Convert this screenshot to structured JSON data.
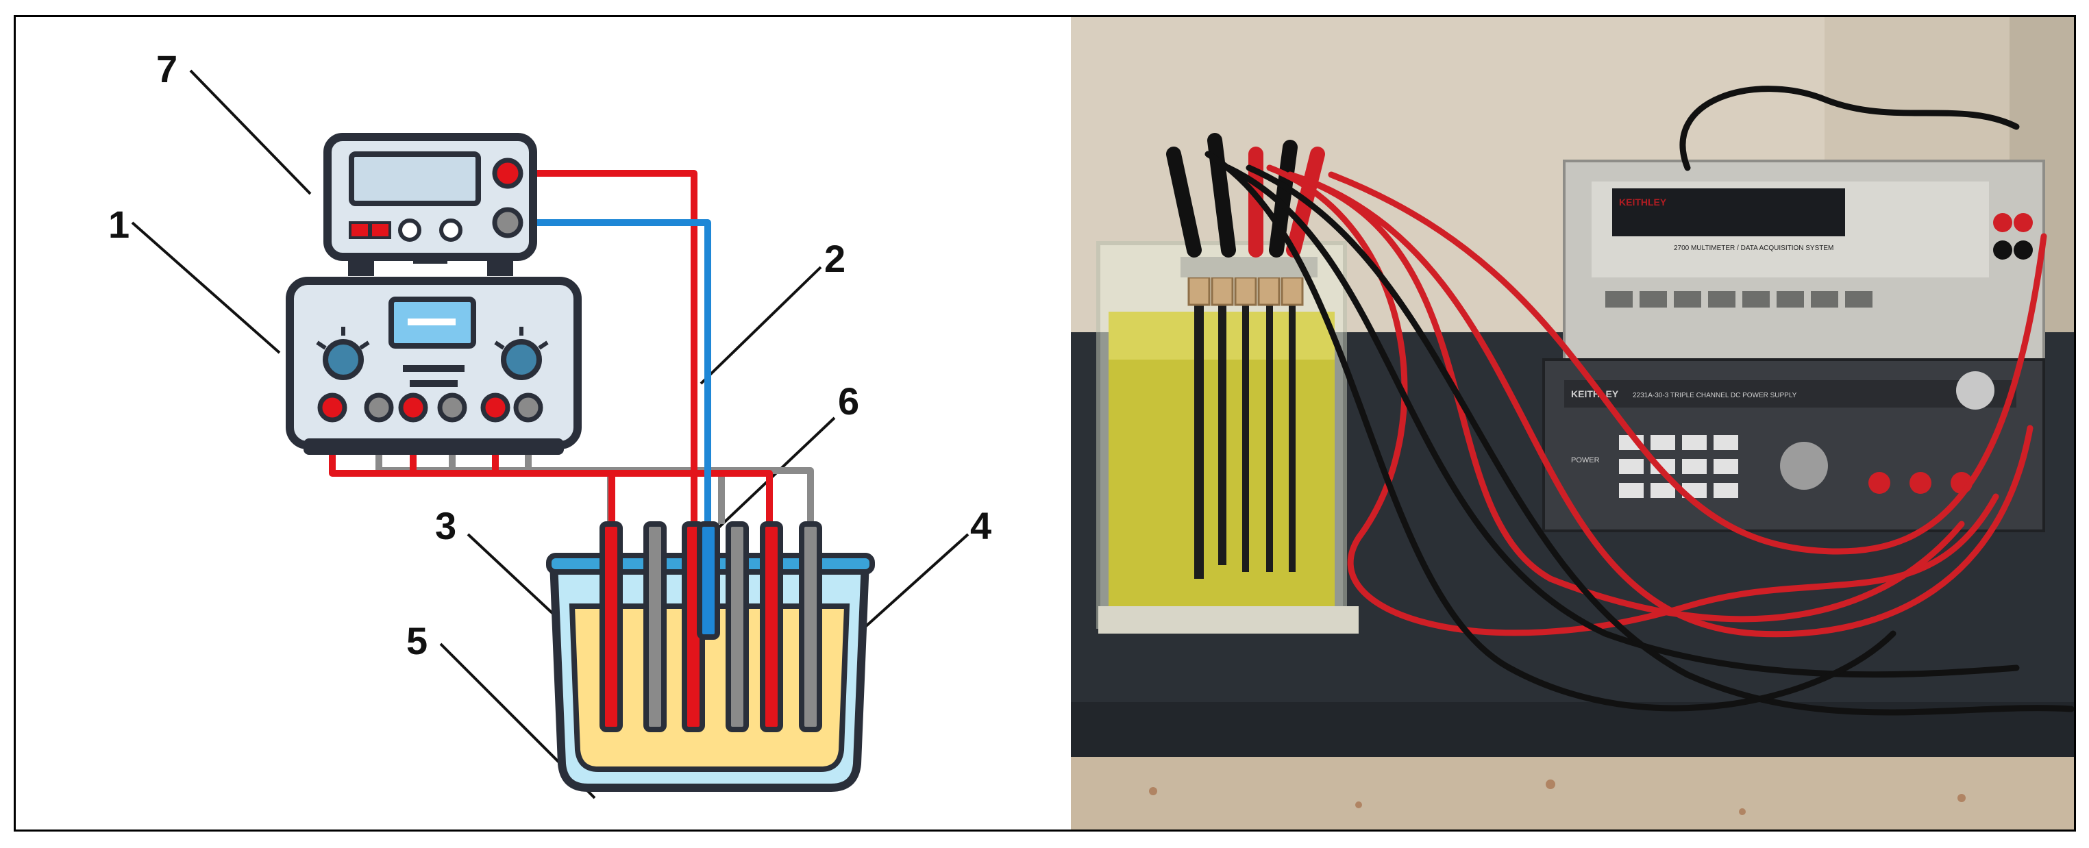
{
  "diagram": {
    "labels": {
      "power_supply": "7",
      "multimeter": "1",
      "wire": "2",
      "reference_electrode": "6",
      "anode": "3",
      "cathode": "4",
      "electrolyte_tank": "5"
    }
  },
  "photo": {
    "multimeter_brand": "KEITHLEY",
    "multimeter_model": "2700 MULTIMETER / DATA ACQUISITION SYSTEM",
    "power_supply_brand": "KEITHLEY",
    "power_supply_model": "2231A-30-3 TRIPLE CHANNEL DC POWER SUPPLY",
    "power_label": "POWER"
  },
  "colors": {
    "red_wire": "#e3141b",
    "blue_wire": "#1e87d6",
    "gray_wire": "#8a8a8a",
    "electrolyte": "#ffe08a",
    "tank_glass": "#bfe8f7",
    "tank_outline": "#3aa3d9",
    "device_body": "#dde6ee",
    "device_screen": "#7fc8ef"
  }
}
